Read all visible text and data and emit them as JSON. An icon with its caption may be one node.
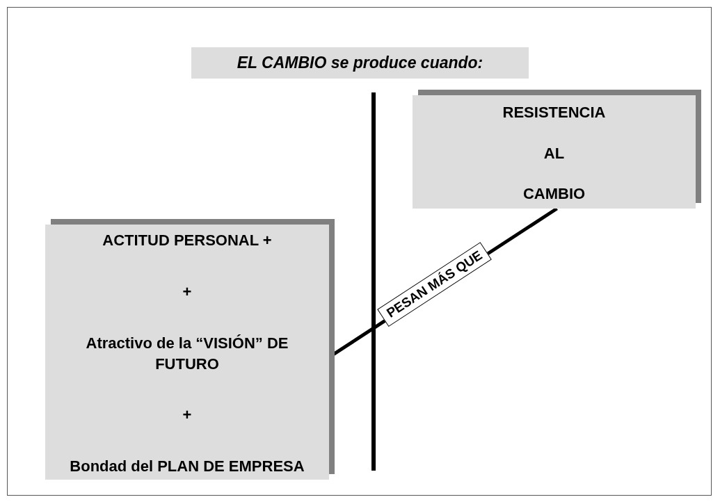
{
  "diagram": {
    "title": "EL CAMBIO se produce cuando:",
    "nodes": [
      {
        "text": [
          "ACTITUD PERSONAL +",
          "+",
          "Atractivo de la “VISIÓN” DE FUTURO",
          "+",
          "Bondad del PLAN DE EMPRESA"
        ]
      },
      {
        "text": [
          "RESISTENCIA",
          "AL",
          "CAMBIO"
        ]
      }
    ],
    "edges": [
      {
        "from": 0,
        "to": 1,
        "arrow": "none",
        "label": "PESAN MÁS QUE"
      }
    ]
  }
}
